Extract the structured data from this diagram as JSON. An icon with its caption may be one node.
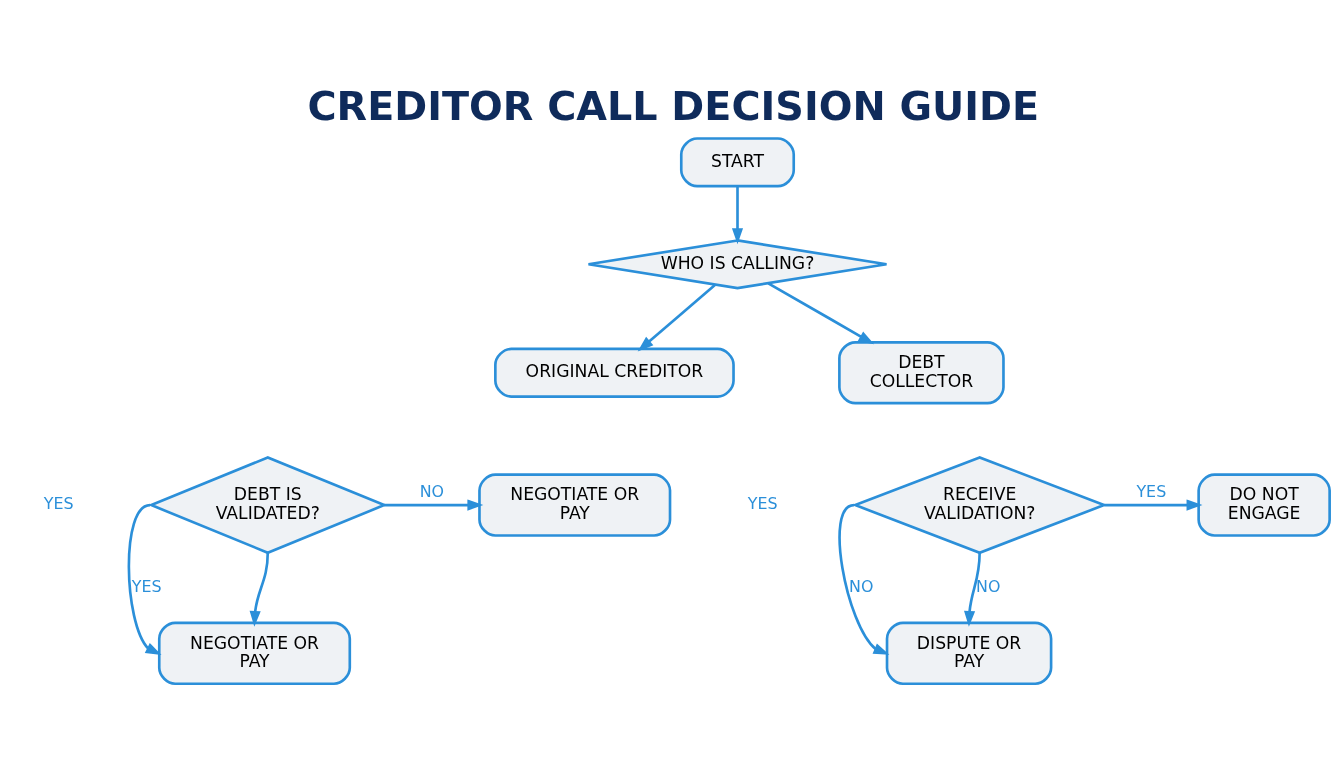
{
  "diagram": {
    "title": "CREDITOR CALL DECISION GUIDE",
    "nodes": [
      {
        "text": [
          "START"
        ]
      },
      {
        "text": [
          "WHO IS CALLING?"
        ]
      },
      {
        "text": [
          "ORIGINAL CREDITOR"
        ]
      },
      {
        "text": [
          "DEBT COLLECTOR"
        ]
      },
      {
        "text": [
          "DEBT IS VALIDATED?"
        ]
      },
      {
        "text": [
          "NEGOTIATE OR PAY"
        ]
      },
      {
        "text": [
          "NEGOTIATE OR PAY"
        ]
      },
      {
        "text": [
          "RECEIVE VALIDATION?"
        ]
      },
      {
        "text": [
          "DO NOT ENGAGE"
        ]
      },
      {
        "text": [
          "DISPUTE OR PAY"
        ]
      }
    ],
    "edges": [
      {
        "from": 0,
        "to": 1,
        "arrow": "to"
      },
      {
        "from": 1,
        "to": 2,
        "arrow": "to"
      },
      {
        "from": 1,
        "to": 3,
        "arrow": "to"
      },
      {
        "from": 4,
        "to": 5,
        "arrow": "to",
        "label": "NO"
      },
      {
        "from": 4,
        "to": 6,
        "arrow": "to"
      },
      {
        "from": 4,
        "to": 6,
        "arrow": "to",
        "label": "YES"
      },
      {
        "from": 7,
        "to": 8,
        "arrow": "to",
        "label": "YES"
      },
      {
        "from": 7,
        "to": 9,
        "arrow": "to",
        "label": "NO"
      },
      {
        "from": 7,
        "to": 9,
        "arrow": "to",
        "label": "NO"
      }
    ],
    "labels": [
      "YES",
      "YES"
    ]
  }
}
